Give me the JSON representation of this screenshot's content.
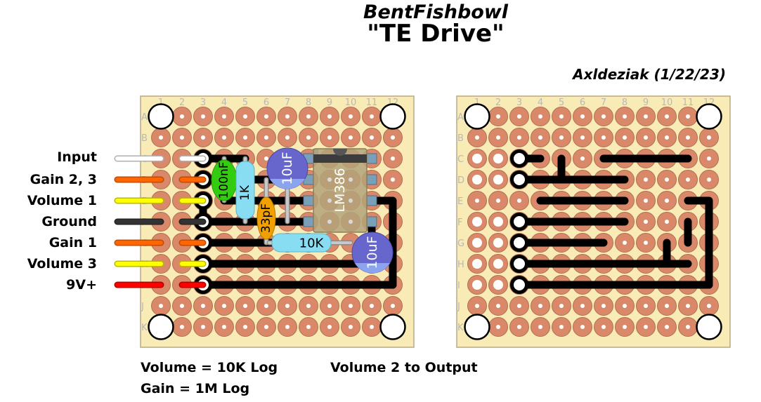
{
  "header": {
    "brand": "BentFishbowl",
    "title": "\"TE Drive\"",
    "author": "Axldeziak (1/22/23)"
  },
  "board": {
    "columns": [
      "1",
      "2",
      "3",
      "4",
      "5",
      "6",
      "7",
      "8",
      "9",
      "10",
      "11",
      "12"
    ],
    "rows": [
      "A",
      "B",
      "C",
      "D",
      "E",
      "F",
      "G",
      "H",
      "I",
      "J",
      "K"
    ],
    "colors": {
      "board": "#f8ebb6",
      "pad": "#d9896a",
      "pad_border": "#b36e50",
      "trace": "#000000",
      "label": "#b8b8b8"
    }
  },
  "wires": [
    {
      "label": "Input",
      "row": "C",
      "color": "#ffffff",
      "outline": "#b0b0b0"
    },
    {
      "label": "Gain 2, 3",
      "row": "D",
      "color": "#ff6600",
      "outline": "#c04a00"
    },
    {
      "label": "Volume 1",
      "row": "E",
      "color": "#ffff00",
      "outline": "#b8b800"
    },
    {
      "label": "Ground",
      "row": "F",
      "color": "#333333",
      "outline": "#222222"
    },
    {
      "label": "Gain 1",
      "row": "G",
      "color": "#ff6600",
      "outline": "#c04a00"
    },
    {
      "label": "Volume 3",
      "row": "H",
      "color": "#ffff00",
      "outline": "#b8b800"
    },
    {
      "label": "9V+",
      "row": "I",
      "color": "#ff0000",
      "outline": "#b00000"
    }
  ],
  "components": [
    {
      "type": "ceramic-capacitor",
      "label": "100nF",
      "color": "#33cc11"
    },
    {
      "type": "resistor",
      "label": "1K",
      "color": "#88ddf2"
    },
    {
      "type": "electrolytic-capacitor",
      "label": "10uF",
      "color": "#6666cc"
    },
    {
      "type": "ceramic-capacitor",
      "label": "33pF",
      "color": "#f0a000"
    },
    {
      "type": "ic",
      "label": "LM386",
      "color": "#b3a37a"
    },
    {
      "type": "resistor",
      "label": "10K",
      "color": "#88ddf2"
    },
    {
      "type": "electrolytic-capacitor",
      "label": "10uF",
      "color": "#6666cc"
    }
  ],
  "notes": {
    "volume": "Volume = 10K Log",
    "gain": "Gain = 1M Log",
    "output": "Volume 2 to Output"
  }
}
